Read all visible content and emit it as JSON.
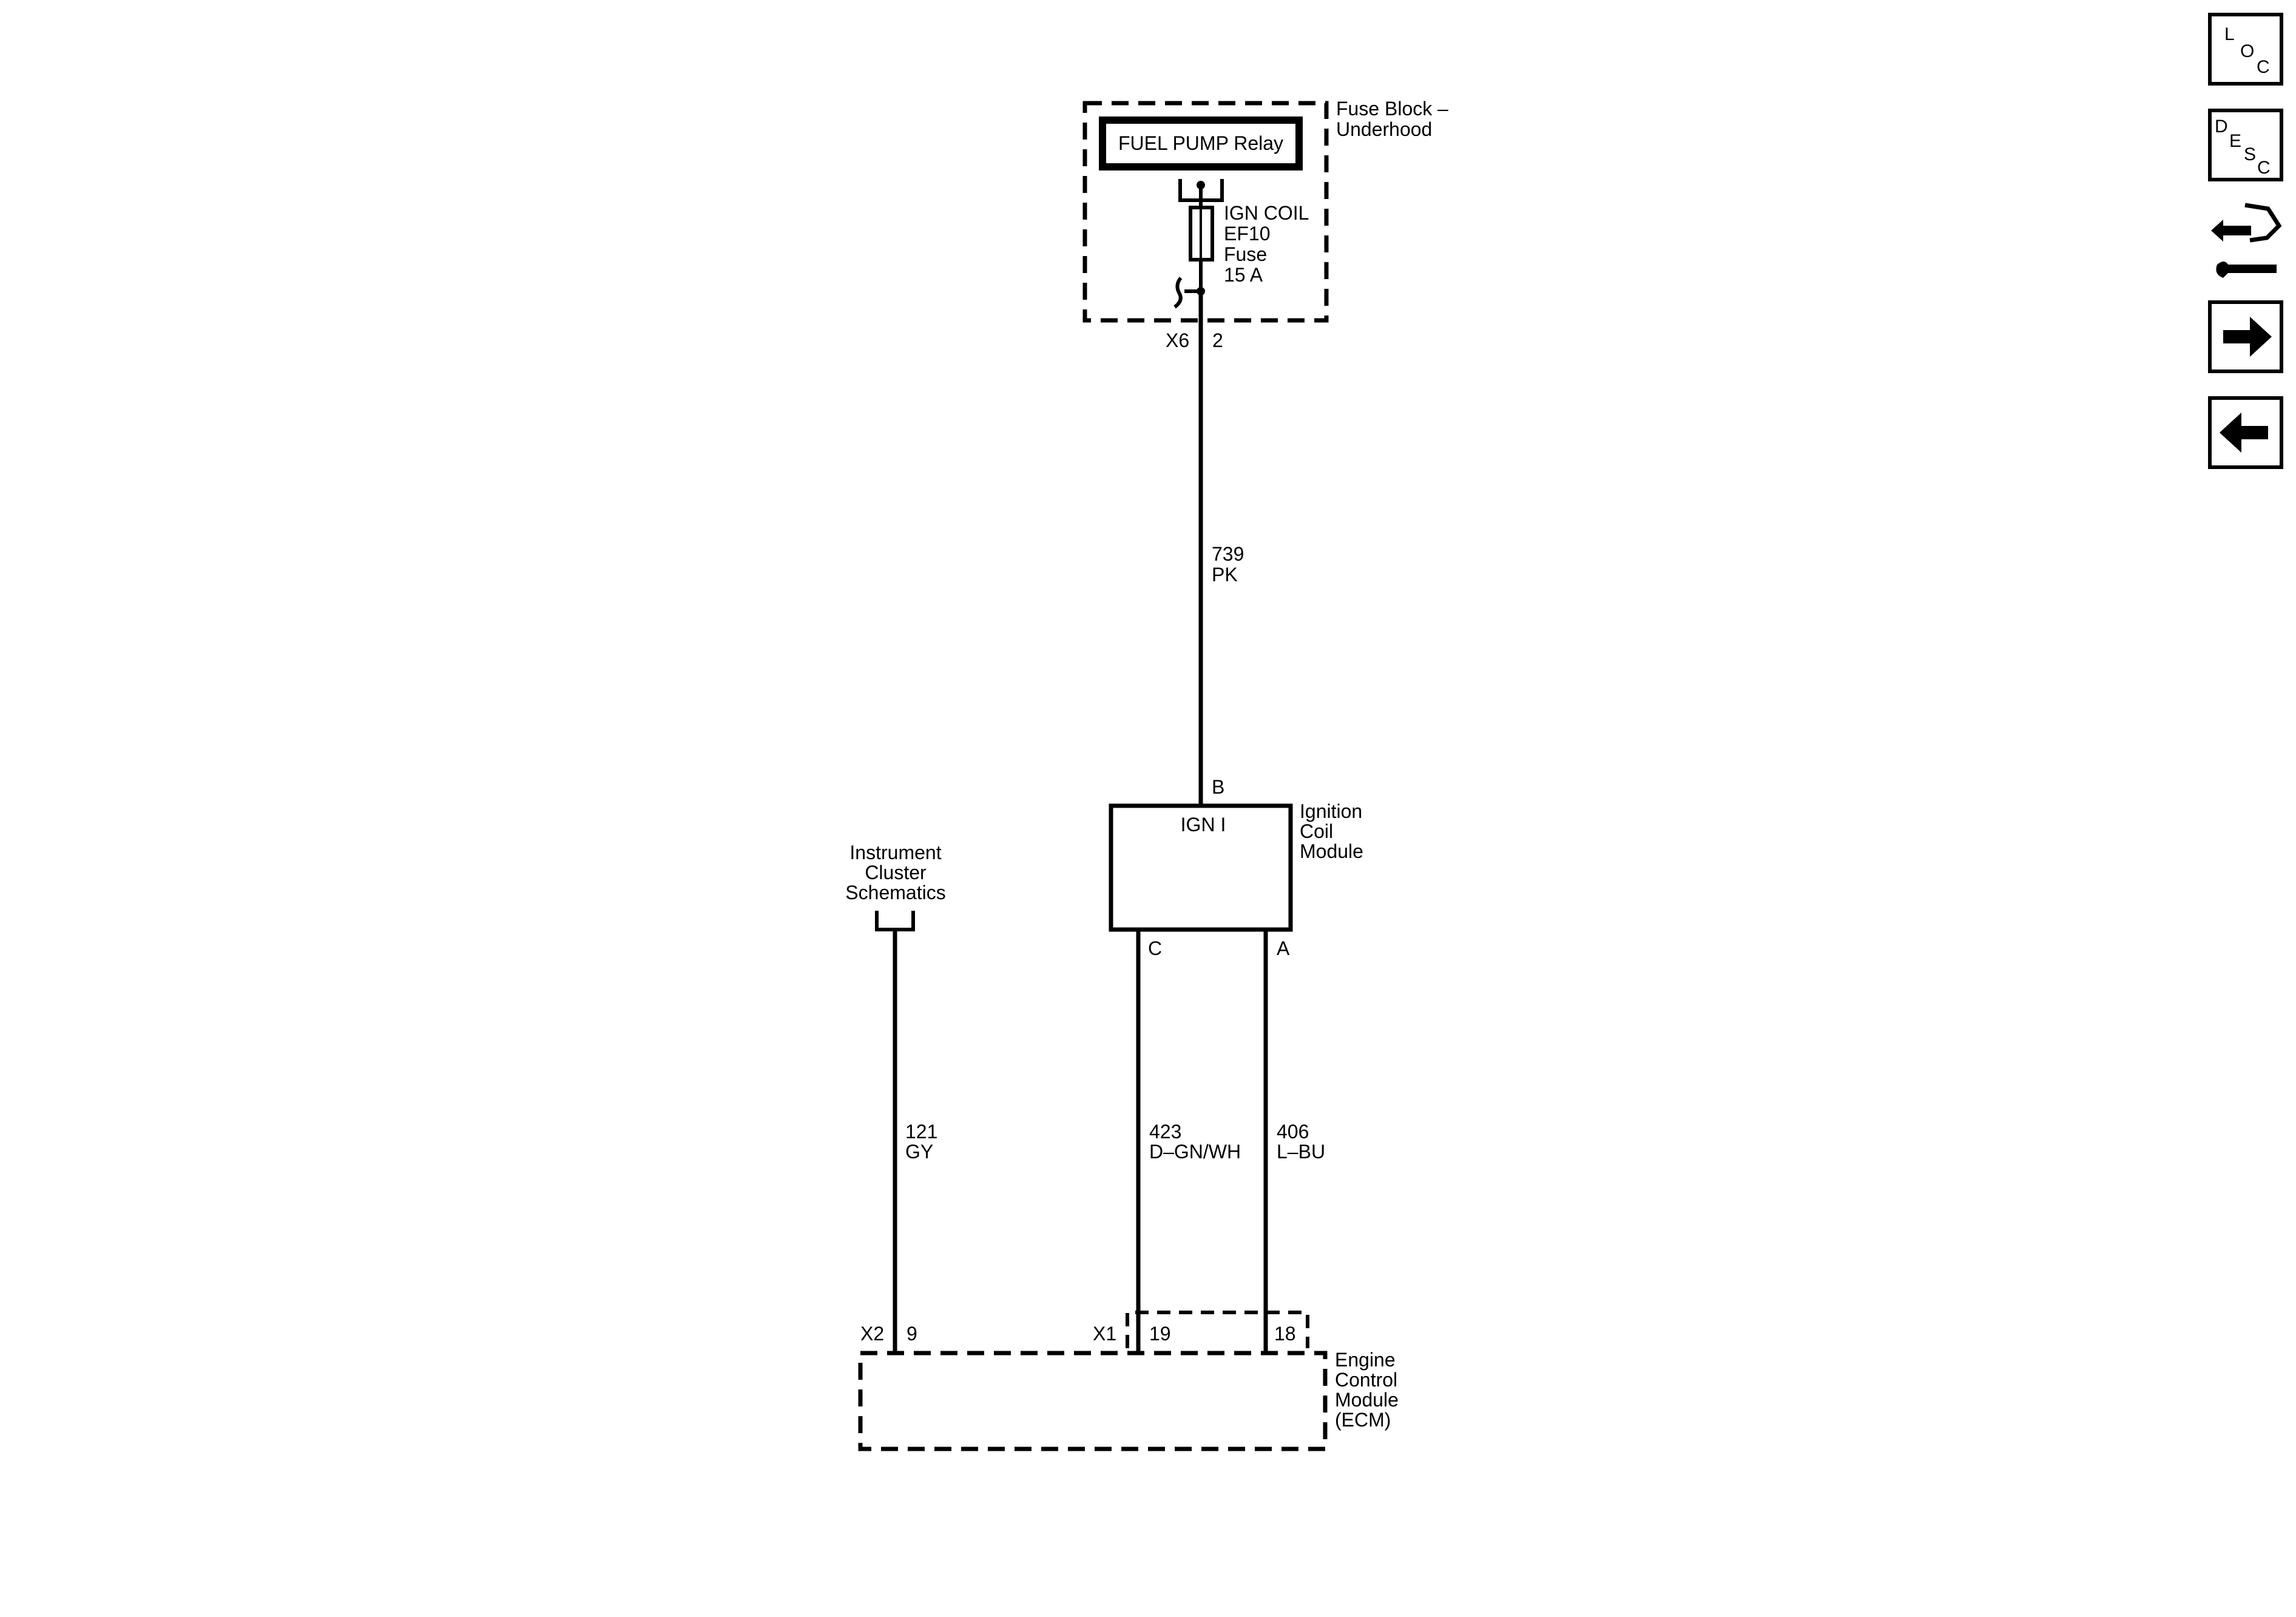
{
  "fuse_block": {
    "title_line1": "Fuse Block –",
    "title_line2": "Underhood",
    "relay_label": "FUEL PUMP Relay",
    "fuse_line1": "IGN COIL",
    "fuse_line2": "EF10",
    "fuse_line3": "Fuse",
    "fuse_line4": "15 A",
    "connector": "X6",
    "pin": "2"
  },
  "wires": {
    "w739": {
      "circuit": "739",
      "color": "PK"
    },
    "w121": {
      "circuit": "121",
      "color": "GY"
    },
    "w423": {
      "circuit": "423",
      "color": "D–GN/WH"
    },
    "w406": {
      "circuit": "406",
      "color": "L–BU"
    }
  },
  "ignition_coil_module": {
    "name_line1": "Ignition",
    "name_line2": "Coil",
    "name_line3": "Module",
    "inner_label": "IGN I",
    "pin_b": "B",
    "pin_c": "C",
    "pin_a": "A"
  },
  "instrument_cluster": {
    "line1": "Instrument",
    "line2": "Cluster",
    "line3": "Schematics"
  },
  "ecm": {
    "name_line1": "Engine",
    "name_line2": "Control",
    "name_line3": "Module",
    "name_line4": "(ECM)",
    "x2_connector": "X2",
    "x2_pin": "9",
    "x1_connector": "X1",
    "x1_pin_19": "19",
    "x1_pin_18": "18"
  },
  "side_nav": {
    "loc": [
      "L",
      "O",
      "C"
    ],
    "desc": [
      "D",
      "E",
      "S",
      "C"
    ],
    "tools_icon": "connector-wrench-icon",
    "next_icon": "arrow-right-icon",
    "prev_icon": "arrow-left-icon"
  }
}
